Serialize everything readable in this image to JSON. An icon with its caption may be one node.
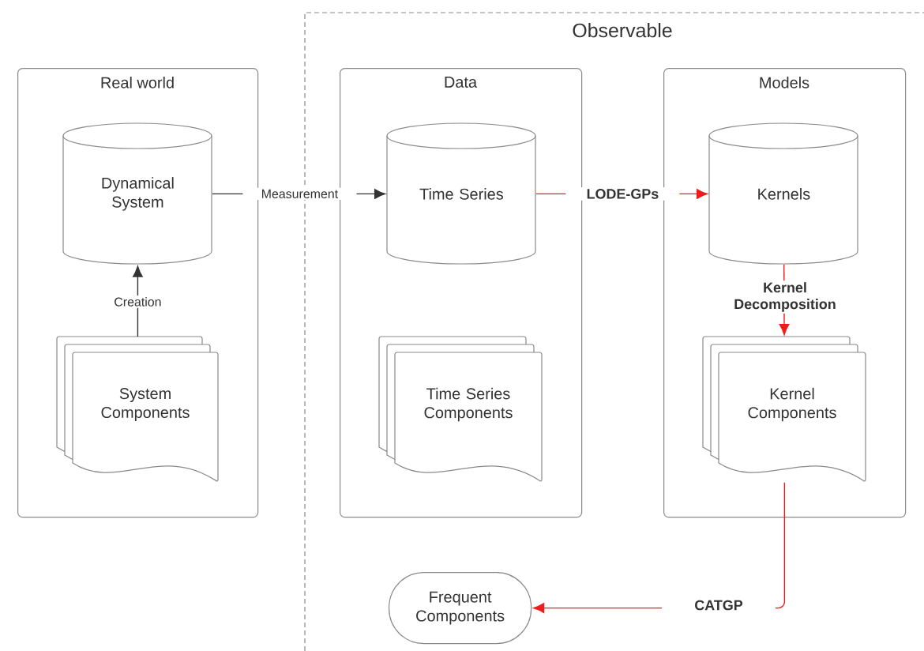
{
  "diagram": {
    "nodes": [
      {
        "text": [
          "Observable"
        ]
      },
      {
        "text": [
          "Real world"
        ]
      },
      {
        "text": [
          "Data"
        ],
        "in": 0
      },
      {
        "text": [
          "Models"
        ],
        "in": 0
      },
      {
        "text": [
          "Dynamical System"
        ],
        "in": 1
      },
      {
        "text": [
          "System Components"
        ],
        "in": 1
      },
      {
        "text": [
          "Time Series"
        ],
        "in": 2
      },
      {
        "text": [
          "Time Series Components"
        ],
        "in": 2
      },
      {
        "text": [
          "Kernels"
        ],
        "in": 3
      },
      {
        "text": [
          "Kernel Components"
        ],
        "in": 3
      },
      {
        "text": [
          "Frequent Components"
        ],
        "in": 0
      }
    ],
    "edges": [
      {
        "from": 5,
        "to": 4,
        "arrow": "to",
        "label": "Creation",
        "color": "#333333"
      },
      {
        "from": 4,
        "to": 6,
        "arrow": "to",
        "label": "Measurement",
        "color": "#333333"
      },
      {
        "from": 6,
        "to": 8,
        "arrow": "to",
        "label": "LODE-GPs",
        "color": "#ee1c1c"
      },
      {
        "from": 8,
        "to": 9,
        "arrow": "to",
        "label": "Kernel Decomposition",
        "color": "#ee1c1c"
      },
      {
        "from": 9,
        "to": 10,
        "arrow": "to",
        "label": "CATGP",
        "color": "#ee1c1c"
      }
    ]
  }
}
